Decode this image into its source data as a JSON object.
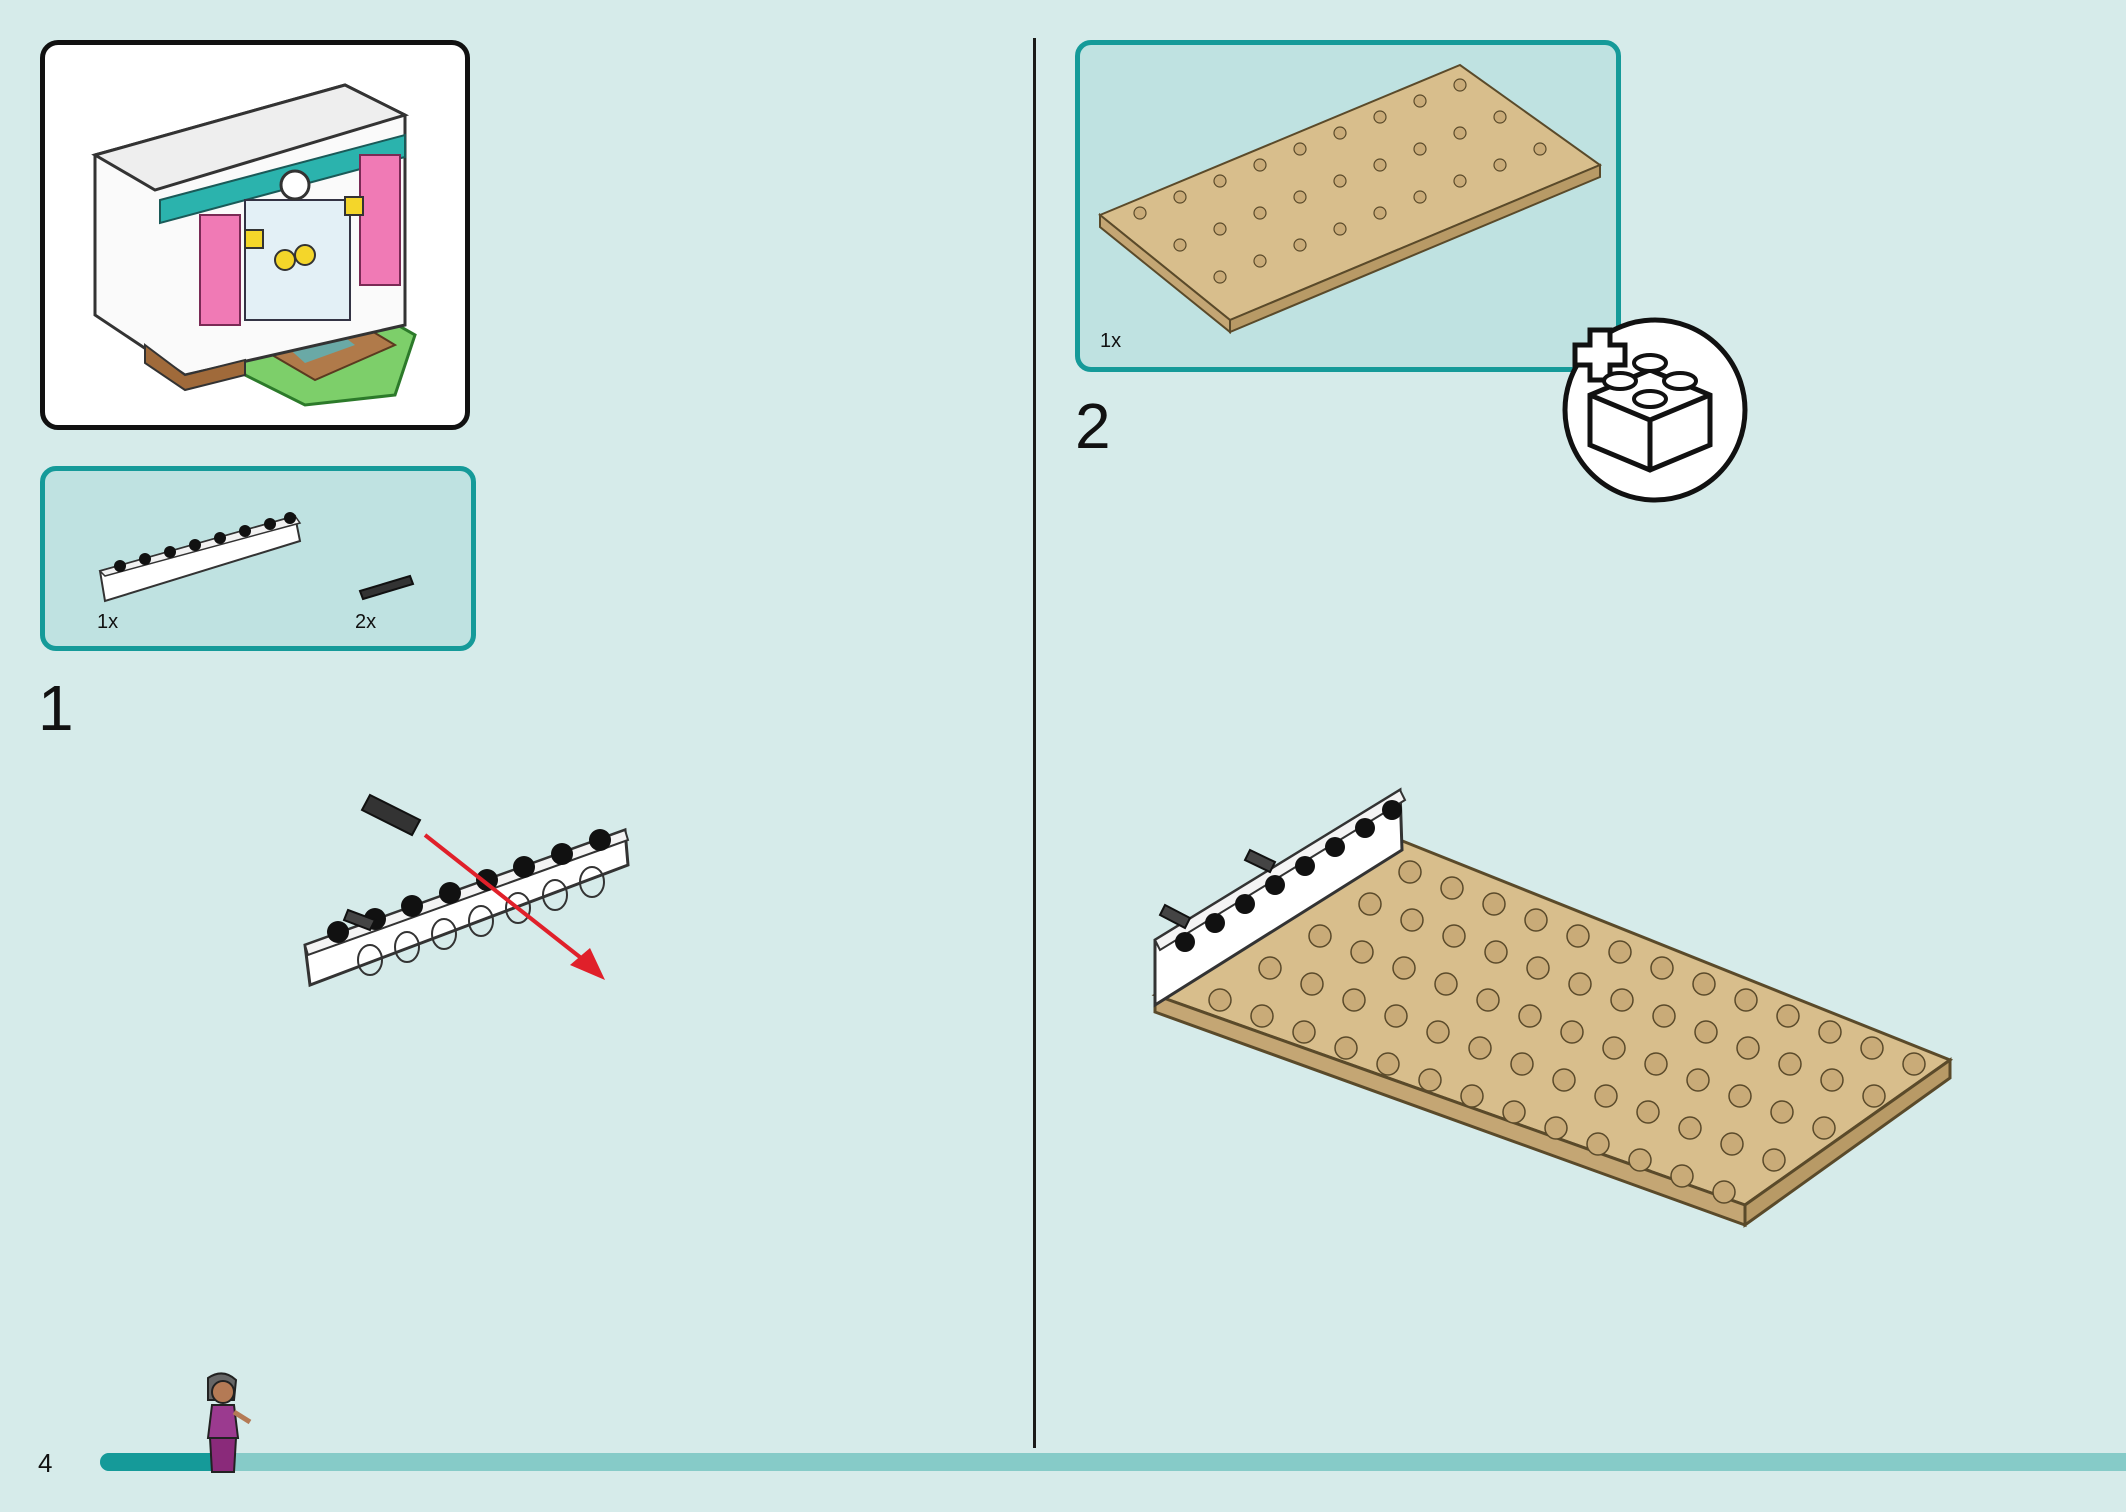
{
  "page": {
    "number": "4"
  },
  "preview": {
    "image": "bakery-shop-model",
    "caption": ""
  },
  "steps": [
    {
      "number": "1",
      "parts": [
        {
          "name": "technic-brick-1x8-white",
          "qty": "1x"
        },
        {
          "name": "connector-peg-black",
          "qty": "2x"
        }
      ]
    },
    {
      "number": "2",
      "parts": [
        {
          "name": "plate-8x16-tan",
          "qty": "1x"
        }
      ],
      "callout_icon": "add-brick-icon"
    }
  ],
  "progress": {
    "value": 0.06
  },
  "colors": {
    "background": "#d6ebea",
    "accent": "#159a99",
    "parts_box": "#bfe2e1",
    "tan_plate": "#d8be8c",
    "arrow": "#e0202a"
  }
}
